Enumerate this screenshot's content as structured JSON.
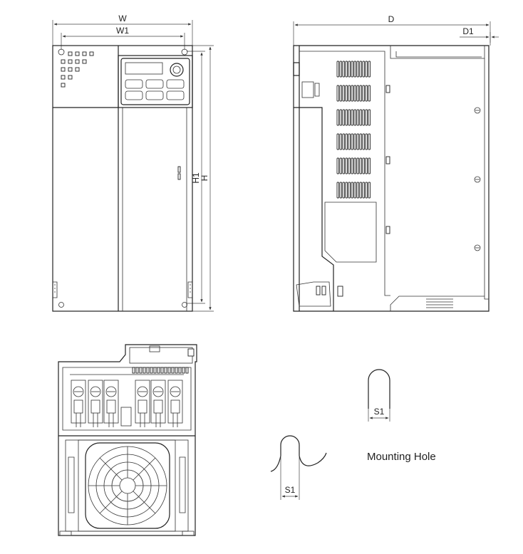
{
  "labels": {
    "width": "W",
    "width1": "W1",
    "height": "H",
    "height1": "H1",
    "depth": "D",
    "depth1": "D1",
    "slot_top": "S1",
    "slot_bottom": "S1",
    "mounting_hole": "Mounting Hole"
  }
}
